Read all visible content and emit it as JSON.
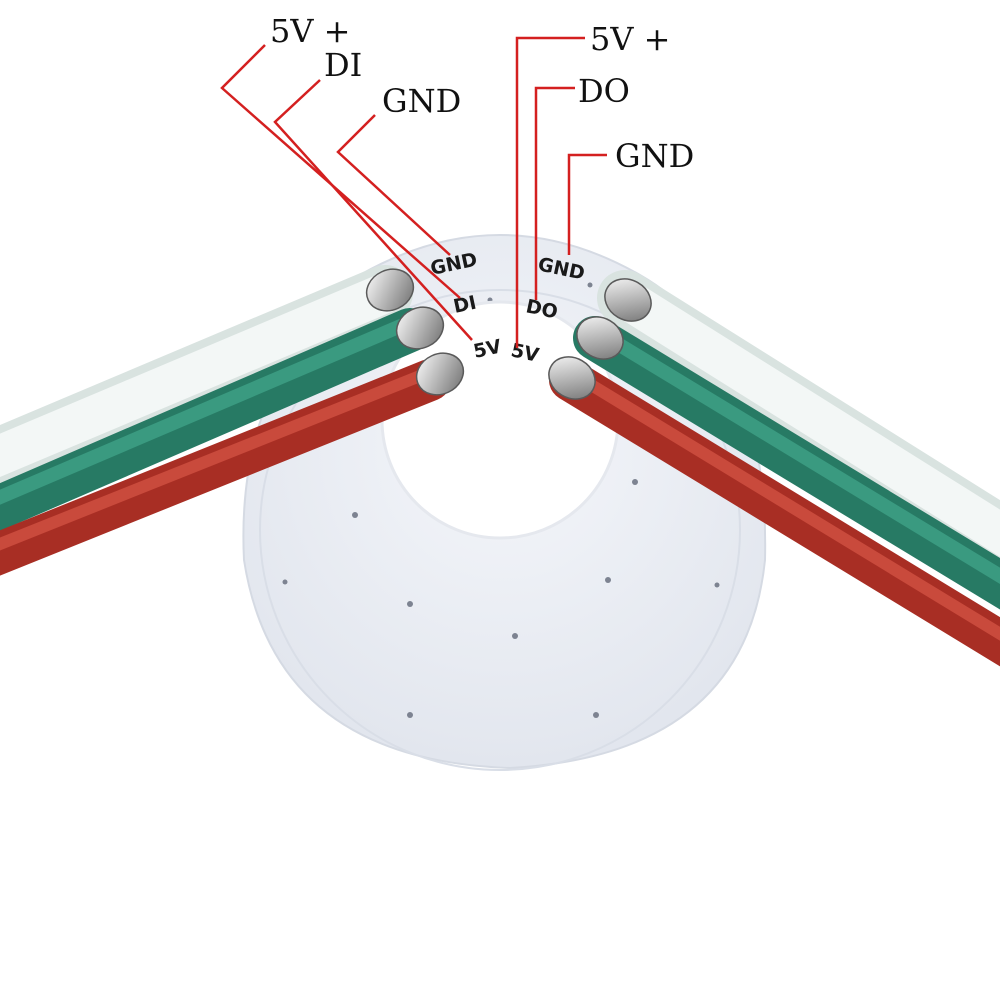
{
  "callouts": {
    "left": {
      "power": "5V +",
      "data": "DI",
      "ground": "GND"
    },
    "right": {
      "power": "5V +",
      "data": "DO",
      "ground": "GND"
    }
  },
  "board_labels": {
    "left": {
      "ground": "GND",
      "data": "DI",
      "power": "5V"
    },
    "right": {
      "ground": "GND",
      "data": "DO",
      "power": "5V"
    }
  },
  "colors": {
    "leader_line": "#d42020",
    "wire_white": "#e6efec",
    "wire_green": "#2f8a72",
    "wire_red": "#b8362a",
    "pcb": "#eef1f6",
    "solder": "#c9c9c9"
  }
}
